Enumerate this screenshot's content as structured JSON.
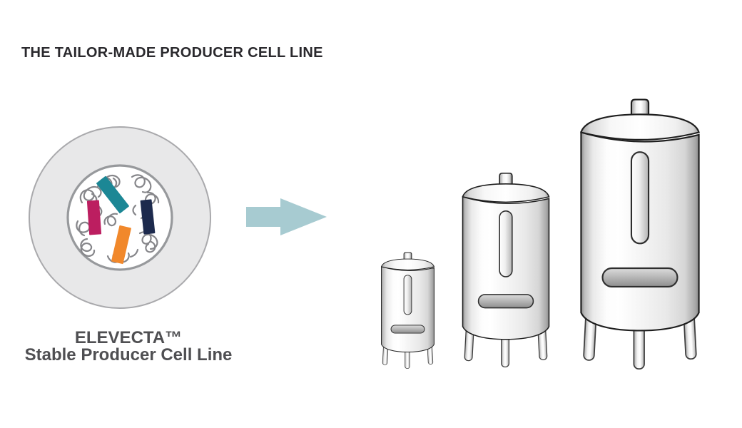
{
  "header": {
    "title": "THE TAILOR-MADE PRODUCER CELL LINE",
    "title_color": "#2a292d"
  },
  "cell_diagram": {
    "label_line1": "ELEVECTA™",
    "label_line2": "Stable Producer Cell Line",
    "label_color": "#4f4f52",
    "membrane_fill": "#e8e8e9",
    "membrane_edge": "#a9a9ac",
    "nucleus_fill": "#ffffff",
    "nucleus_edge": "#97999c",
    "chromatin_color": "#86868a",
    "cassettes": [
      {
        "name": "gene-cassette-teal",
        "color": "#1c8795"
      },
      {
        "name": "gene-cassette-magenta",
        "color": "#bc1e60"
      },
      {
        "name": "gene-cassette-navy",
        "color": "#1d2a4d"
      },
      {
        "name": "gene-cassette-orange",
        "color": "#f1882b"
      }
    ]
  },
  "arrow": {
    "icon": "right-arrow-icon",
    "color": "#a7cbd1"
  },
  "bioreactors": {
    "steel_outline": "#1e1e1e",
    "tanks": [
      {
        "size": "small"
      },
      {
        "size": "medium"
      },
      {
        "size": "large"
      }
    ]
  }
}
